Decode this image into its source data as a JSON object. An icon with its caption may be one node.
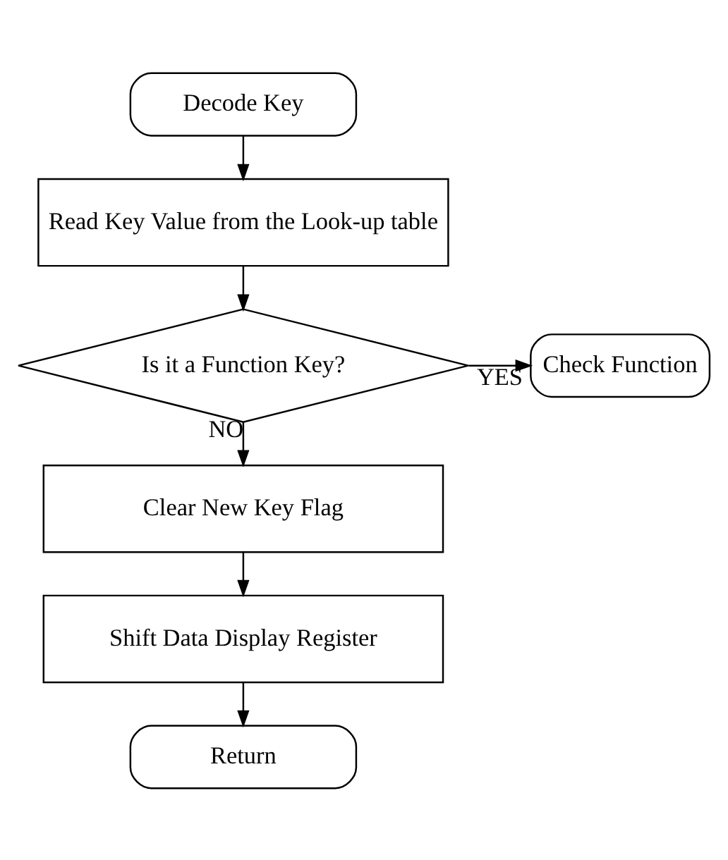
{
  "diagram": {
    "nodes": [
      {
        "text": [
          "Decode Key"
        ]
      },
      {
        "text": [
          "Read Key Value from the Look-up table"
        ]
      },
      {
        "text": [
          "Is it a Function Key?"
        ]
      },
      {
        "text": [
          "Check Function"
        ]
      },
      {
        "text": [
          "Clear New Key Flag"
        ]
      },
      {
        "text": [
          "Shift Data Display Register"
        ]
      },
      {
        "text": [
          "Return"
        ]
      }
    ],
    "edges": [
      {
        "from": 0,
        "to": 1,
        "arrow": "to"
      },
      {
        "from": 1,
        "to": 2,
        "arrow": "to"
      },
      {
        "from": 2,
        "to": 3,
        "arrow": "to",
        "label": "YES"
      },
      {
        "from": 2,
        "to": 4,
        "arrow": "to",
        "label": "NO"
      },
      {
        "from": 4,
        "to": 5,
        "arrow": "to"
      },
      {
        "from": 5,
        "to": 6,
        "arrow": "to"
      }
    ]
  }
}
